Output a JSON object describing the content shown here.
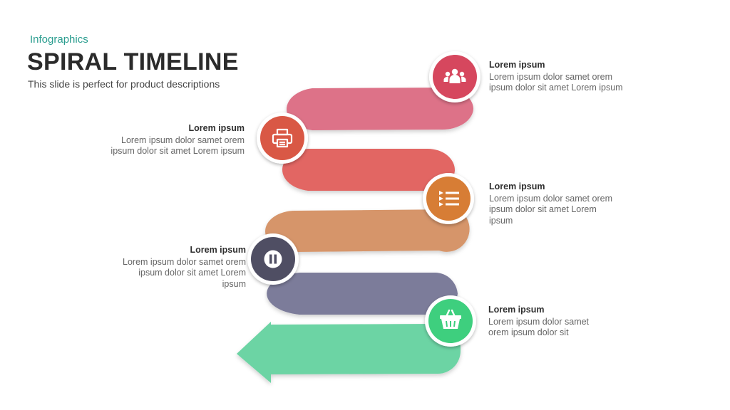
{
  "slide": {
    "kicker": "Infographics",
    "title": "SPIRAL TIMELINE",
    "subtitle": "This slide is perfect for product descriptions"
  },
  "colors": {
    "pink": "#dd7288",
    "red": "#e26663",
    "orange": "#d6956a",
    "purple": "#7c7b9a",
    "green": "#6cd4a4",
    "circle_pink": "#d6475e",
    "circle_red": "#d95845",
    "circle_orange": "#d77d35",
    "circle_purple": "#4f4e63",
    "circle_green": "#3ecf7e"
  },
  "steps": [
    {
      "icon": "people-group-icon",
      "heading": "Lorem ipsum",
      "lines": [
        "Lorem ipsum dolor samet orem",
        "ipsum dolor sit amet Lorem ipsum"
      ]
    },
    {
      "icon": "printer-icon",
      "heading": "Lorem ipsum",
      "lines": [
        "Lorem ipsum dolor samet orem",
        "ipsum dolor sit amet Lorem ipsum"
      ]
    },
    {
      "icon": "list-icon",
      "heading": "Lorem ipsum",
      "lines": [
        "Lorem ipsum dolor samet orem",
        "ipsum dolor sit amet Lorem",
        "ipsum"
      ]
    },
    {
      "icon": "pause-icon",
      "heading": "Lorem ipsum",
      "lines": [
        "Lorem ipsum dolor samet orem",
        "ipsum dolor sit amet Lorem",
        "ipsum"
      ]
    },
    {
      "icon": "shopping-basket-icon",
      "heading": "Lorem ipsum",
      "lines": [
        "Lorem ipsum dolor samet",
        "orem ipsum dolor sit"
      ]
    }
  ]
}
